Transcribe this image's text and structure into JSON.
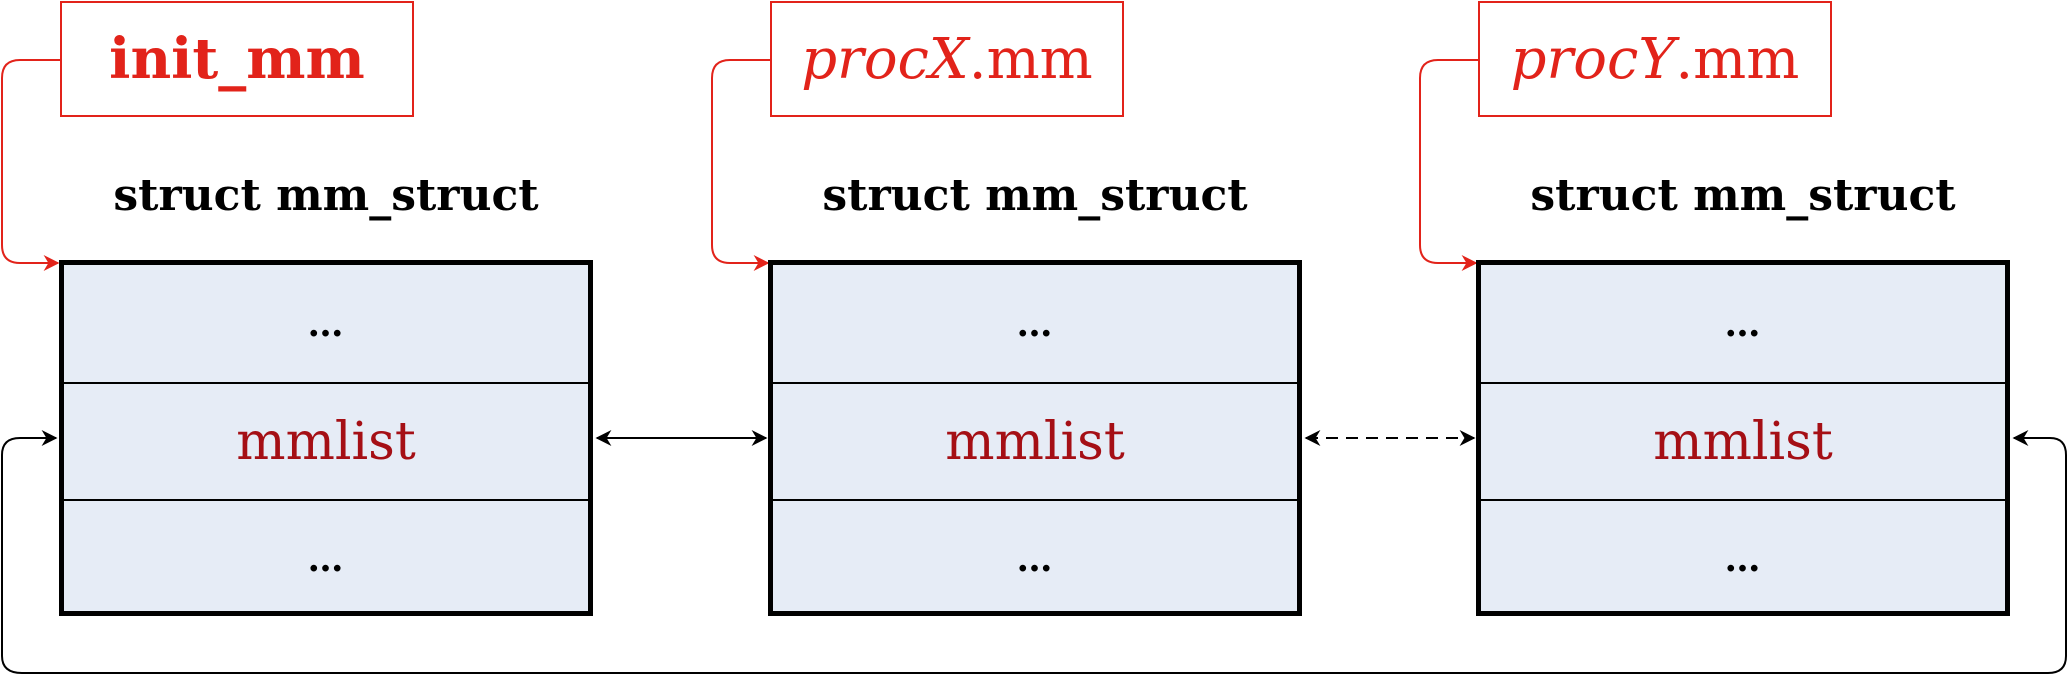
{
  "pointers": [
    {
      "name": "init_mm",
      "prefix": "",
      "suffix": ""
    },
    {
      "name": "",
      "prefix": "procX",
      "suffix": ".mm"
    },
    {
      "name": "",
      "prefix": "procY",
      "suffix": ".mm"
    }
  ],
  "structs": [
    {
      "title": "struct mm_struct",
      "fields": [
        "…",
        "mmlist",
        "…"
      ]
    },
    {
      "title": "struct mm_struct",
      "fields": [
        "…",
        "mmlist",
        "…"
      ]
    },
    {
      "title": "struct mm_struct",
      "fields": [
        "…",
        "mmlist",
        "…"
      ]
    }
  ],
  "colors": {
    "pointer": "#e2231a",
    "field_text": "#a50f15",
    "box_fill": "#e6ecf6",
    "line": "#000000"
  }
}
